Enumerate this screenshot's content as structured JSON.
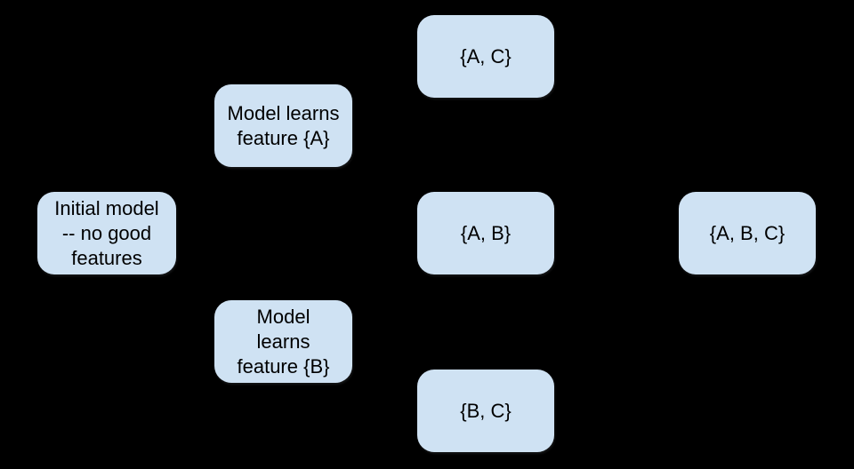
{
  "diagram": {
    "description": "Feature-learning state diagram: boxes on black background, no visible connectors",
    "colors": {
      "background": "#000000",
      "node_fill": "#cfe2f3",
      "node_text": "#000000"
    },
    "nodes": [
      {
        "id": "initial-model",
        "label": "Initial model\n-- no good\nfeatures"
      },
      {
        "id": "model-learns-a",
        "label": "Model learns\nfeature {A}"
      },
      {
        "id": "model-learns-b",
        "label": "Model\nlearns\nfeature {B}"
      },
      {
        "id": "set-ac",
        "label": "{A, C}"
      },
      {
        "id": "set-ab",
        "label": "{A, B}"
      },
      {
        "id": "set-bc",
        "label": "{B, C}"
      },
      {
        "id": "set-abc",
        "label": "{A, B, C}"
      }
    ]
  }
}
